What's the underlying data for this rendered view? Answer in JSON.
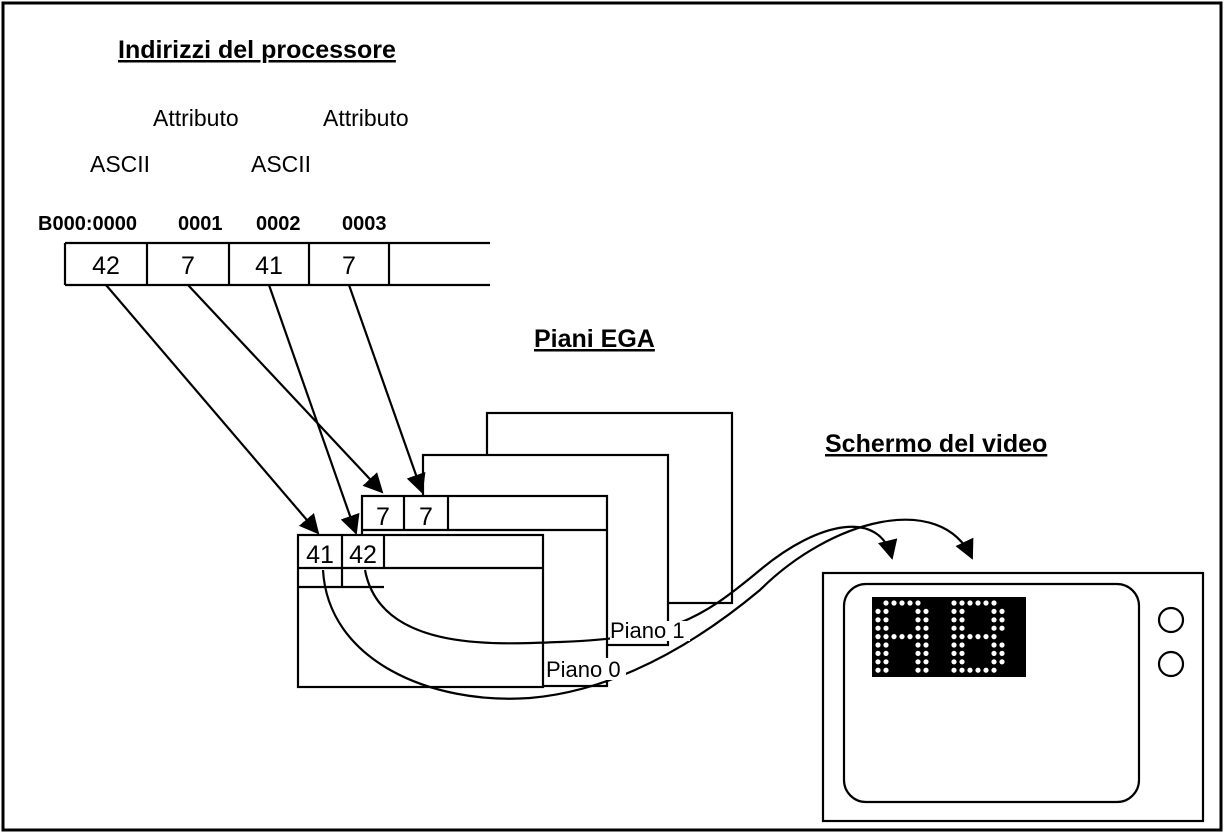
{
  "titles": {
    "processor": "Indirizzi del processore",
    "planes": "Piani EGA",
    "screen": "Schermo del video"
  },
  "headers": {
    "attr1": "Attributo",
    "attr2": "Attributo",
    "ascii1": "ASCII",
    "ascii2": "ASCII"
  },
  "addresses": {
    "a0": "B000:0000",
    "a1": "0001",
    "a2": "0002",
    "a3": "0003"
  },
  "memory_cells": [
    "42",
    "7",
    "41",
    "7"
  ],
  "plane0_cells": [
    "41",
    "42"
  ],
  "plane1_cells": [
    "7",
    "7"
  ],
  "plane_labels": {
    "p1": "Piano 1",
    "p0": "Piano 0"
  },
  "screen_chars": "AB"
}
